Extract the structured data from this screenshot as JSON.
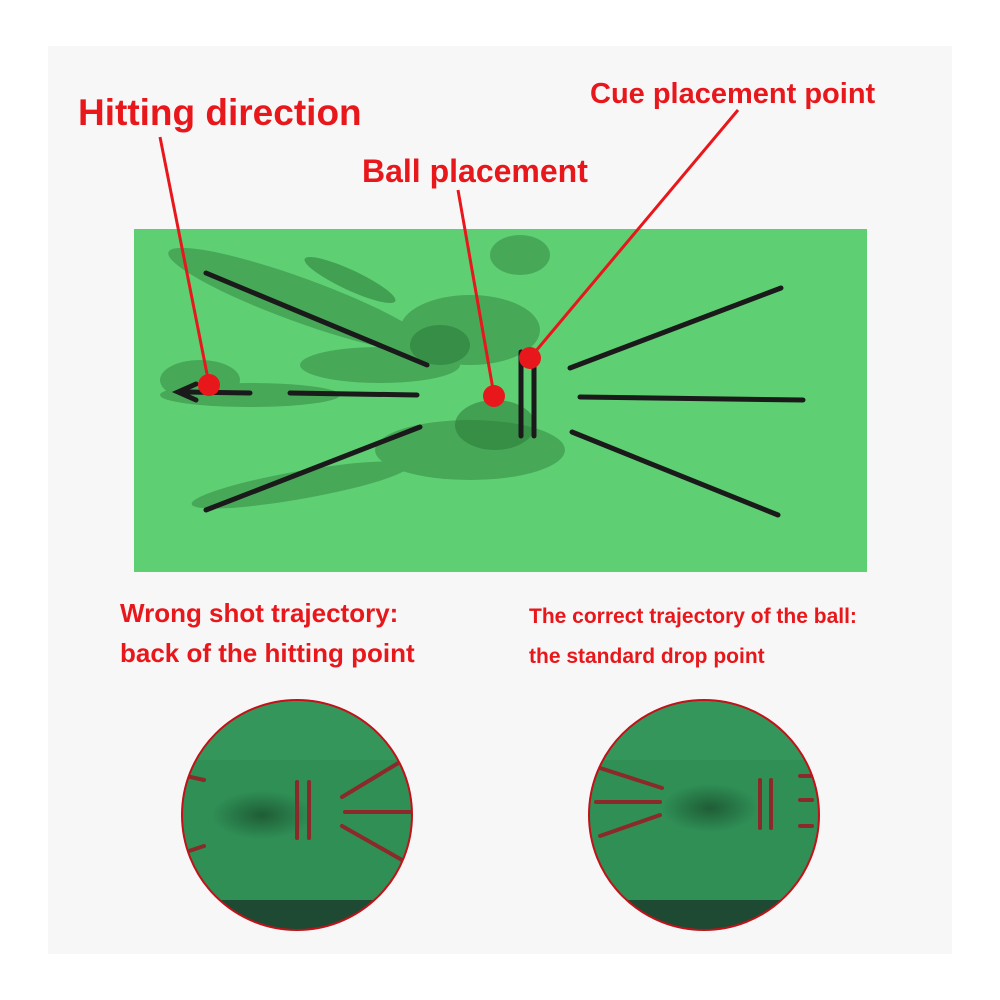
{
  "labels": {
    "hitting_direction": "Hitting direction",
    "ball_placement": "Ball placement",
    "cue_placement_point": "Cue placement point"
  },
  "captions": {
    "wrong": {
      "line1": "Wrong shot trajectory:",
      "line2": "back of the hitting point"
    },
    "correct": {
      "line1": "The correct trajectory of the ball:",
      "line2": "the standard drop point"
    }
  },
  "colors": {
    "accent_red": "#e8171b",
    "mat_green": "#5fcf74",
    "mat_dark_green": "#2f8a3f",
    "circle_green": "#2f8f55",
    "line_black": "#1a1a1a"
  }
}
